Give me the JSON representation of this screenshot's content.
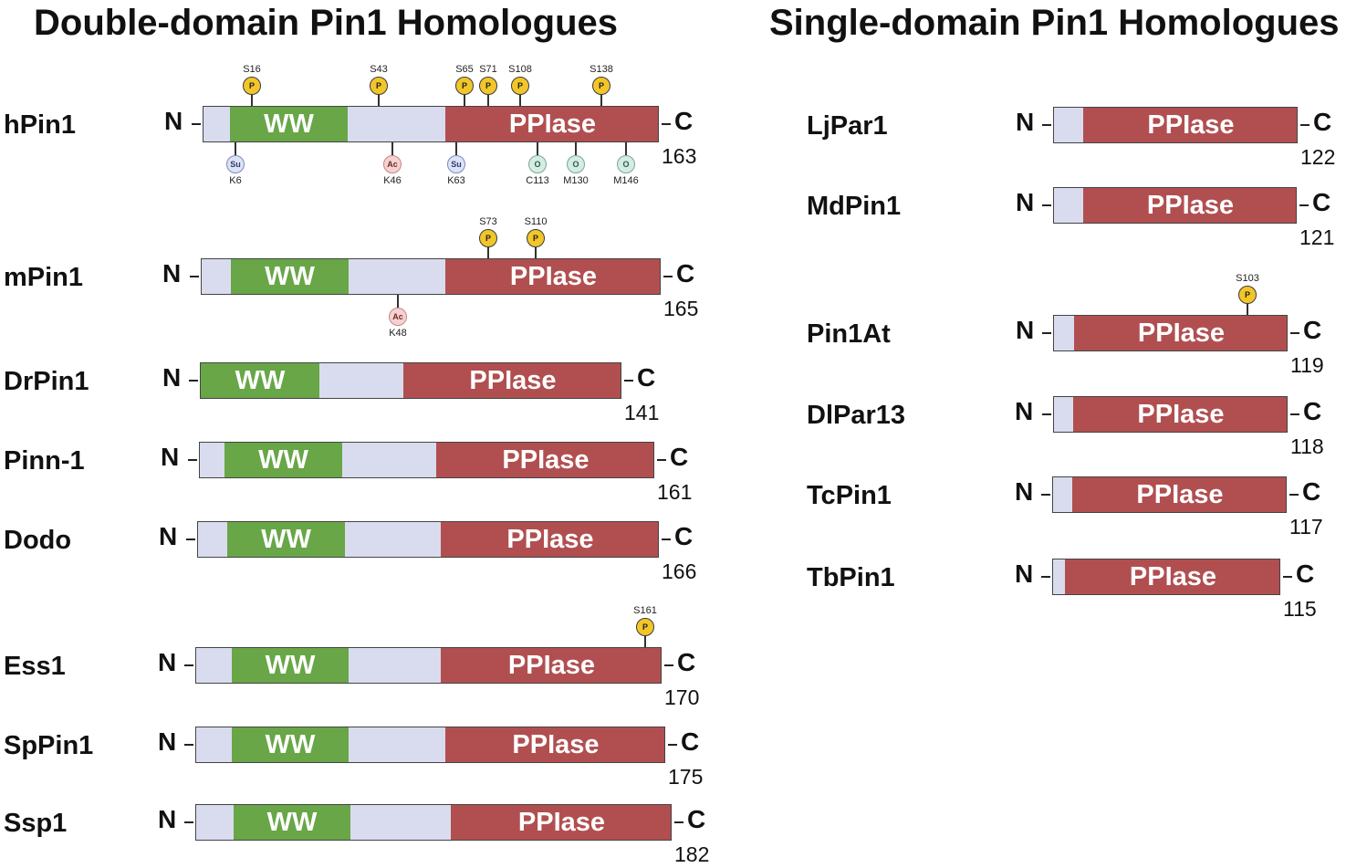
{
  "titles": {
    "double": "Double-domain Pin1 Homologues",
    "single": "Single-domain Pin1 Homologues"
  },
  "terminal_labels": {
    "n": "N",
    "c": "C"
  },
  "domain_labels": {
    "ww": "WW",
    "ppiase": "PPIase"
  },
  "colors": {
    "ww": "#68a647",
    "ppiase": "#b14f50",
    "linker": "#d9dcee",
    "phospho": "#f2c629",
    "sumo": "#dde3f7",
    "acetyl": "#f6d1d1",
    "oxidation": "#d5ece3"
  },
  "double_domain": [
    {
      "name": "hPin1",
      "length": "163",
      "modifications_top": [
        {
          "site": "S16",
          "symbol": "P"
        },
        {
          "site": "S43",
          "symbol": "P"
        },
        {
          "site": "S65",
          "symbol": "P"
        },
        {
          "site": "S71",
          "symbol": "P"
        },
        {
          "site": "S108",
          "symbol": "P"
        },
        {
          "site": "S138",
          "symbol": "P"
        }
      ],
      "modifications_bottom": [
        {
          "site": "K6",
          "symbol": "Su"
        },
        {
          "site": "K46",
          "symbol": "Ac"
        },
        {
          "site": "K63",
          "symbol": "Su"
        },
        {
          "site": "C113",
          "symbol": "O"
        },
        {
          "site": "M130",
          "symbol": "O"
        },
        {
          "site": "M146",
          "symbol": "O"
        }
      ]
    },
    {
      "name": "mPin1",
      "length": "165",
      "modifications_top": [
        {
          "site": "S73",
          "symbol": "P"
        },
        {
          "site": "S110",
          "symbol": "P"
        }
      ],
      "modifications_bottom": [
        {
          "site": "K48",
          "symbol": "Ac"
        }
      ]
    },
    {
      "name": "DrPin1",
      "length": "141",
      "modifications_top": [],
      "modifications_bottom": []
    },
    {
      "name": "Pinn-1",
      "length": "161",
      "modifications_top": [],
      "modifications_bottom": []
    },
    {
      "name": "Dodo",
      "length": "166",
      "modifications_top": [],
      "modifications_bottom": []
    },
    {
      "name": "Ess1",
      "length": "170",
      "modifications_top": [
        {
          "site": "S161",
          "symbol": "P"
        }
      ],
      "modifications_bottom": []
    },
    {
      "name": "SpPin1",
      "length": "175",
      "modifications_top": [],
      "modifications_bottom": []
    },
    {
      "name": "Ssp1",
      "length": "182",
      "modifications_top": [],
      "modifications_bottom": []
    }
  ],
  "single_domain": [
    {
      "name": "LjPar1",
      "length": "122",
      "modifications_top": []
    },
    {
      "name": "MdPin1",
      "length": "121",
      "modifications_top": []
    },
    {
      "name": "Pin1At",
      "length": "119",
      "modifications_top": [
        {
          "site": "S103",
          "symbol": "P"
        }
      ]
    },
    {
      "name": "DlPar13",
      "length": "118",
      "modifications_top": []
    },
    {
      "name": "TcPin1",
      "length": "117",
      "modifications_top": []
    },
    {
      "name": "TbPin1",
      "length": "115",
      "modifications_top": []
    }
  ]
}
